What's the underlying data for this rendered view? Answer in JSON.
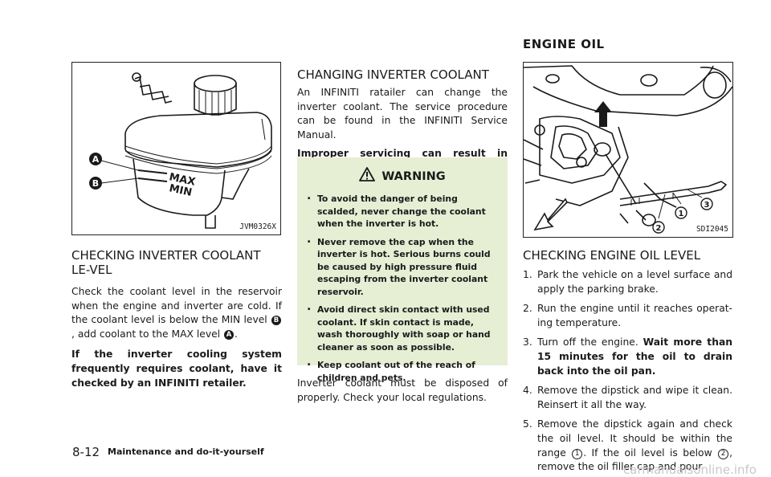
{
  "header": {
    "section": "ENGINE OIL"
  },
  "figure1": {
    "caption": "JVM0326X",
    "label_a": "A",
    "label_b": "B",
    "max_text": "MAX",
    "min_text": "MIN"
  },
  "left": {
    "heading": "CHECKING INVERTER COOLANT LE-VEL",
    "p1": {
      "t1": "Check the coolant level in the reservoir when the engine and inverter are cold. If the coolant level is below the MIN level ",
      "ref1": "B",
      "t2": ", add coolant to the MAX level ",
      "ref2": "A",
      "t3": "."
    },
    "p2": "If the inverter cooling system frequently requires coolant, have it checked by an INFINITI retailer."
  },
  "middle": {
    "heading": "CHANGING INVERTER COOLANT",
    "p1": "An INFINITI ratailer can change the inverter coolant. The service procedure can be found in the INFINITI Service Manual.",
    "p2": "Improper servicing can result in inverter overheating.",
    "warning": {
      "title": "WARNING",
      "items": [
        "To avoid the danger of being scalded, never change the coolant when the inverter is hot.",
        "Never remove the cap when the inverter is hot. Serious burns could be caused by high pressure fluid escaping from the inverter coolant reservoir.",
        "Avoid direct skin contact with used coolant. If skin contact is made, wash thoroughly with soap or hand cleaner as soon as possible.",
        "Keep coolant out of the reach of children and pets."
      ]
    },
    "p3": "Inverter coolant must be disposed of properly. Check your local regulations."
  },
  "figure2": {
    "caption": "SDI2045",
    "n1": "1",
    "n2": "2",
    "n3": "3"
  },
  "right": {
    "heading": "CHECKING ENGINE OIL LEVEL",
    "steps": [
      {
        "num": "1.",
        "text": "Park the vehicle on a level surface and apply the parking brake."
      },
      {
        "num": "2.",
        "text": "Run the engine until it reaches operat-ing temperature."
      },
      {
        "num": "3.",
        "text": "Turn off the engine. ",
        "bold": "Wait more than 15 minutes for the oil to drain back into the oil pan."
      },
      {
        "num": "4.",
        "text": "Remove the dipstick and wipe it clean. Reinsert it all the way."
      },
      {
        "num": "5.",
        "t1": "Remove the dipstick again and check the oil level. It should be within the range ",
        "r1": "1",
        "t2": ". If the oil level is below ",
        "r2": "2",
        "t3": ", remove the oil filler cap and pour"
      }
    ]
  },
  "footer": {
    "page": "8-12",
    "title": "Maintenance and do-it-yourself"
  },
  "watermark": "carmanualsonline.info"
}
